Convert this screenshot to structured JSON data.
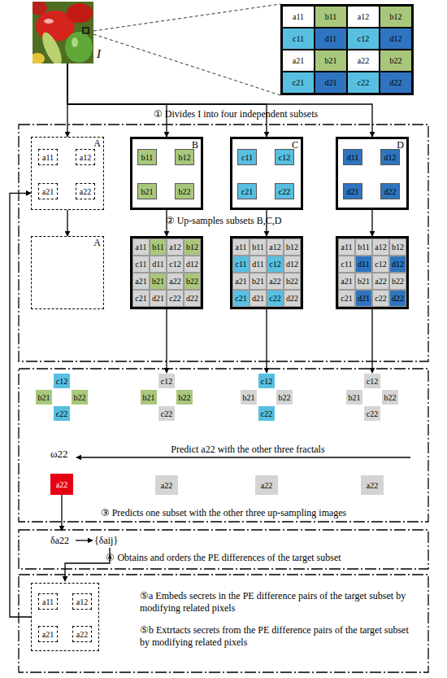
{
  "diagram": {
    "nodes": [
      {
        "text": [
          "I"
        ]
      },
      {
        "text": [
          "a11",
          "b11",
          "a12",
          "b12",
          "c11",
          "d11",
          "c12",
          "d12",
          "a21",
          "b21",
          "a22",
          "b22",
          "c21",
          "d21",
          "c22",
          "d22"
        ]
      },
      {
        "text": [
          "② Up-samples subsets B,C,D"
        ]
      },
      {
        "text": [
          "A",
          "a11",
          "a12",
          "a21",
          "a22"
        ],
        "in": 2
      },
      {
        "text": [
          "B",
          "b11",
          "b12",
          "b21",
          "b22"
        ],
        "in": 2
      },
      {
        "text": [
          "C",
          "c11",
          "c12",
          "c21",
          "c22"
        ],
        "in": 2
      },
      {
        "text": [
          "D",
          "d11",
          "d12",
          "d21",
          "d22"
        ],
        "in": 2
      },
      {
        "text": [
          "A"
        ],
        "in": 2
      },
      {
        "text": [
          "a11",
          "b11",
          "a12",
          "b12",
          "c11",
          "d11",
          "c12",
          "d12",
          "a21",
          "b21",
          "a22",
          "b22",
          "c21",
          "d21",
          "c22",
          "d22"
        ],
        "in": 2
      },
      {
        "text": [
          "a11",
          "b11",
          "a12",
          "b12",
          "c11",
          "d11",
          "c12",
          "d12",
          "a21",
          "b21",
          "a22",
          "b22",
          "c21",
          "d21",
          "c22",
          "d22"
        ],
        "in": 2
      },
      {
        "text": [
          "a11",
          "b11",
          "a12",
          "b12",
          "c11",
          "d11",
          "c12",
          "d12",
          "a21",
          "b21",
          "a22",
          "b22",
          "c21",
          "d21",
          "c22",
          "d22"
        ],
        "in": 2
      },
      {
        "text": [
          "③ Predicts one subset with the other three up-sampling images"
        ]
      },
      {
        "text": [
          "c12",
          "b21",
          "b22",
          "c22"
        ],
        "in": 11
      },
      {
        "text": [
          "c12",
          "b21",
          "b22",
          "c22"
        ],
        "in": 11
      },
      {
        "text": [
          "c12",
          "b21",
          "b22",
          "c22"
        ],
        "in": 11
      },
      {
        "text": [
          "c12",
          "b21",
          "b22",
          "c22"
        ],
        "in": 11
      },
      {
        "text": [
          "a22"
        ],
        "in": 11
      },
      {
        "text": [
          "a22"
        ],
        "in": 11
      },
      {
        "text": [
          "a22"
        ],
        "in": 11
      },
      {
        "text": [
          "a22"
        ],
        "in": 11
      },
      {
        "text": [
          "④ Obtains and orders the PE differences of the target subset"
        ]
      },
      {
        "text": [
          "⑤a Embeds secrets in the PE difference pairs of the target subset by modifying related pixels",
          "⑤b Extrtacts secrets from the PE difference pairs of the target subset by modifying related pixels"
        ]
      },
      {
        "text": [
          "a11",
          "a12",
          "a21",
          "a22"
        ],
        "in": 21
      }
    ],
    "edges": [
      {
        "from": 0,
        "to": 1,
        "arrow": "none"
      },
      {
        "from": 0,
        "to": 3,
        "arrow": "to"
      },
      {
        "from": 0,
        "to": 4,
        "arrow": "to"
      },
      {
        "from": 0,
        "to": 5,
        "arrow": "to"
      },
      {
        "from": 0,
        "to": 6,
        "arrow": "to"
      },
      {
        "from": 3,
        "to": 7,
        "arrow": "to"
      },
      {
        "from": 4,
        "to": 8,
        "arrow": "to"
      },
      {
        "from": 5,
        "to": 9,
        "arrow": "to"
      },
      {
        "from": 6,
        "to": 10,
        "arrow": "to"
      },
      {
        "from": 8,
        "to": 13,
        "arrow": "to"
      },
      {
        "from": 9,
        "to": 14,
        "arrow": "to"
      },
      {
        "from": 10,
        "to": 15,
        "arrow": "to"
      },
      {
        "from": 22,
        "to": 3,
        "arrow": "to"
      }
    ],
    "labels": [
      "① Divides I into four independent subsets",
      "Predict a22 with the other three fractals",
      "ω22",
      "δa22",
      "{δaij}"
    ]
  }
}
